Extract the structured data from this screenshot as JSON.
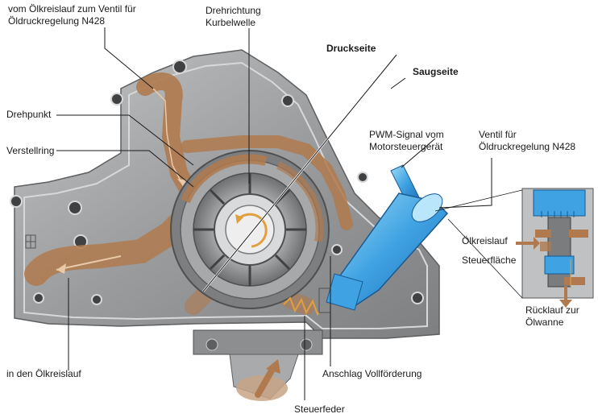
{
  "labels": {
    "oil_to_valve_line1": "vom Ölkreislauf zum Ventil für",
    "oil_to_valve_line2": "Öldruckregelung N428",
    "rotation_line1": "Drehrichtung",
    "rotation_line2": "Kurbelwelle",
    "pressure_side": "Druckseite",
    "suction_side": "Saugseite",
    "pivot": "Drehpunkt",
    "adjust_ring": "Verstellring",
    "pwm_line1": "PWM-Signal vom",
    "pwm_line2": "Motorsteuergerät",
    "valve_line1": "Ventil für",
    "valve_line2": "Öldruckregelung N428",
    "oil_circuit": "Ölkreislauf",
    "control_surface": "Steuerfläche",
    "return_line1": "Rücklauf zur",
    "return_line2": "Ölwanne",
    "into_oil_circuit": "in den Ölkreislauf",
    "stop_full_delivery": "Anschlag Vollförderung",
    "control_spring": "Steuerfeder"
  },
  "colors": {
    "housing": "#9a9c9e",
    "housing_dark": "#6f7173",
    "housing_light": "#c4c6c8",
    "oil": "#b07a4e",
    "oil_light": "#c9976a",
    "valve_blue": "#2f8fd8",
    "valve_light": "#8fd0f2",
    "leader": "#1a1a1a"
  }
}
